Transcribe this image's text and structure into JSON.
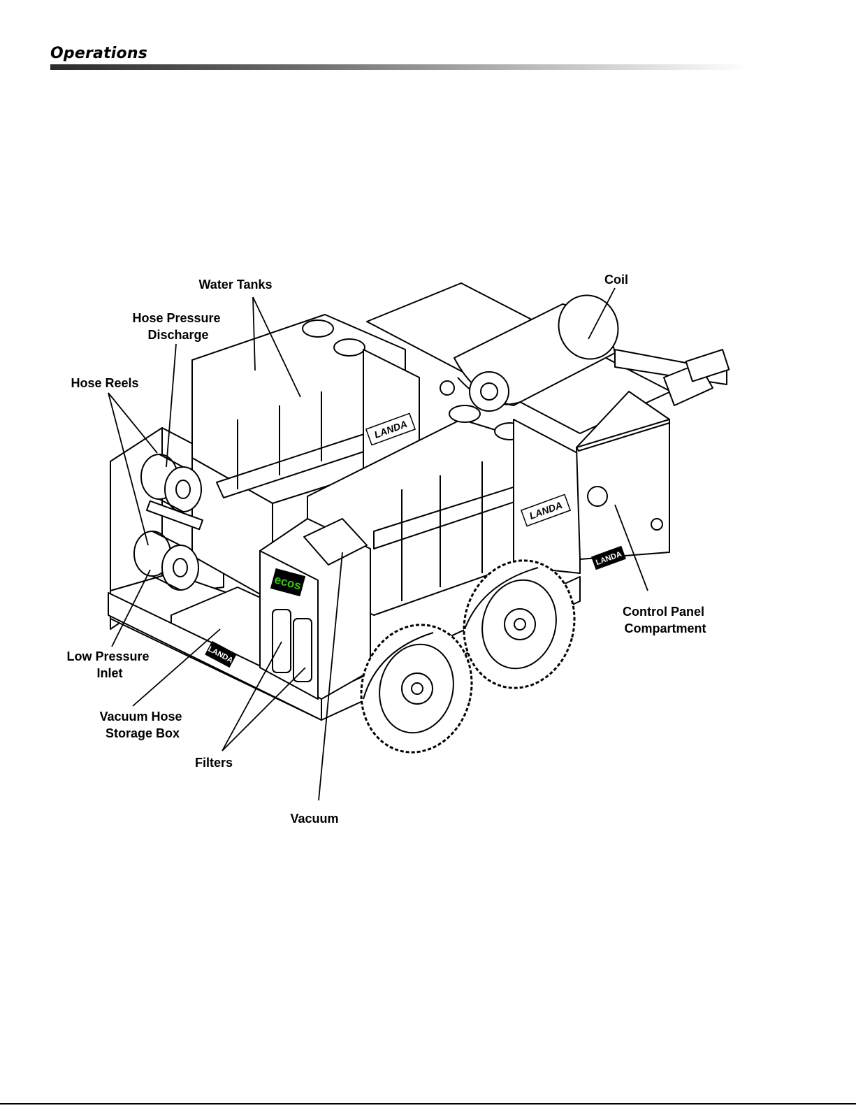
{
  "header": {
    "title": "Operations"
  },
  "labels": {
    "water_tanks": "Water Tanks",
    "coil": "Coil",
    "hose_pressure_discharge": [
      "Hose Pressure",
      "Discharge"
    ],
    "hose_reels": "Hose Reels",
    "control_panel_compartment": [
      "Control Panel",
      "Compartment"
    ],
    "low_pressure_inlet": [
      "Low Pressure",
      "Inlet"
    ],
    "vacuum_hose_storage_box": [
      "Vacuum Hose",
      "Storage Box"
    ],
    "filters": "Filters",
    "vacuum": "Vacuum"
  },
  "branding": {
    "landa": "LANDA",
    "ecos": "ecos"
  },
  "colors": {
    "ink": "#000000",
    "ecos_green": "#39c61a"
  }
}
